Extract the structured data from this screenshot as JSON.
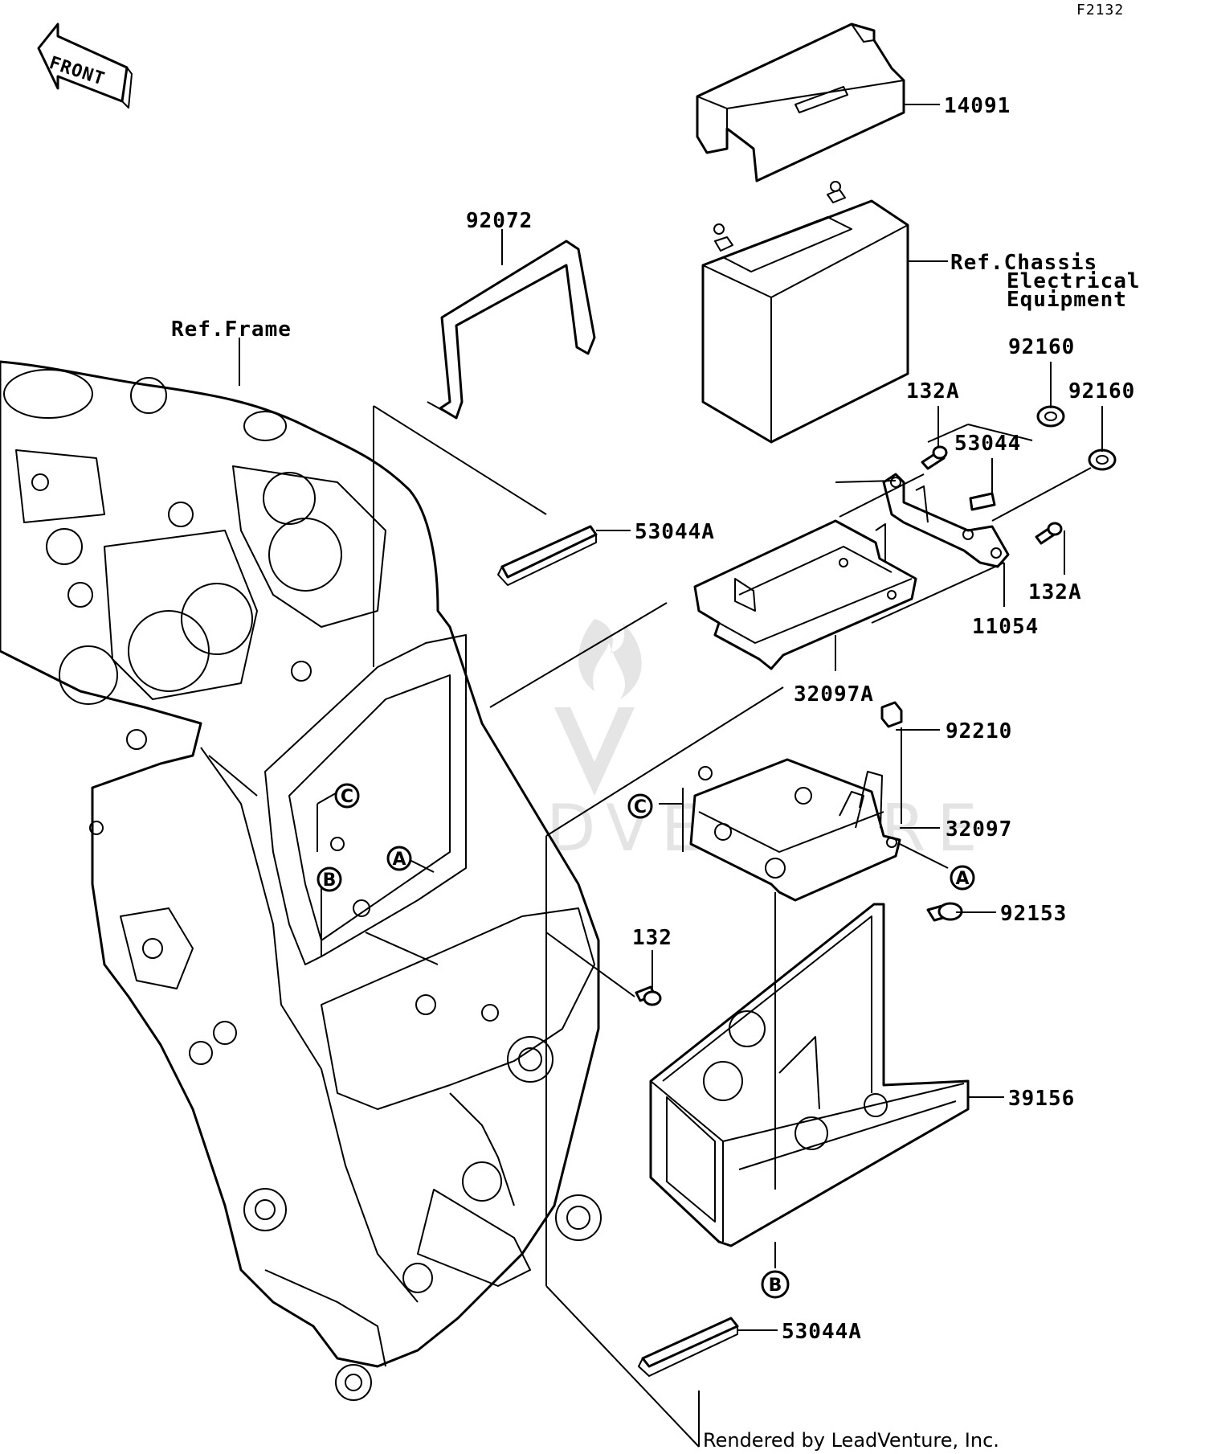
{
  "diagram_code": "F2132",
  "front_arrow_label": "FRONT",
  "watermark": "LEADVENTURE",
  "credit": "Rendered by LeadVenture, Inc.",
  "refs": {
    "frame": "Ref.Frame",
    "chassis_line1": "Ref.Chassis",
    "chassis_line2": "Electrical",
    "chassis_line3": "Equipment"
  },
  "parts": {
    "p14091": "14091",
    "p92072": "92072",
    "p92160_a": "92160",
    "p92160_b": "92160",
    "p132A_a": "132A",
    "p53044": "53044",
    "p53044A_a": "53044A",
    "p132A_b": "132A",
    "p11054": "11054",
    "p32097A": "32097A",
    "p92210": "92210",
    "p32097": "32097",
    "p92153": "92153",
    "p132": "132",
    "p39156": "39156",
    "p53044A_b": "53044A"
  },
  "callouts": {
    "c_frame": "C",
    "a_frame": "A",
    "b_frame": "B",
    "c_tray": "C",
    "a_tray": "A",
    "b_cover": "B"
  }
}
